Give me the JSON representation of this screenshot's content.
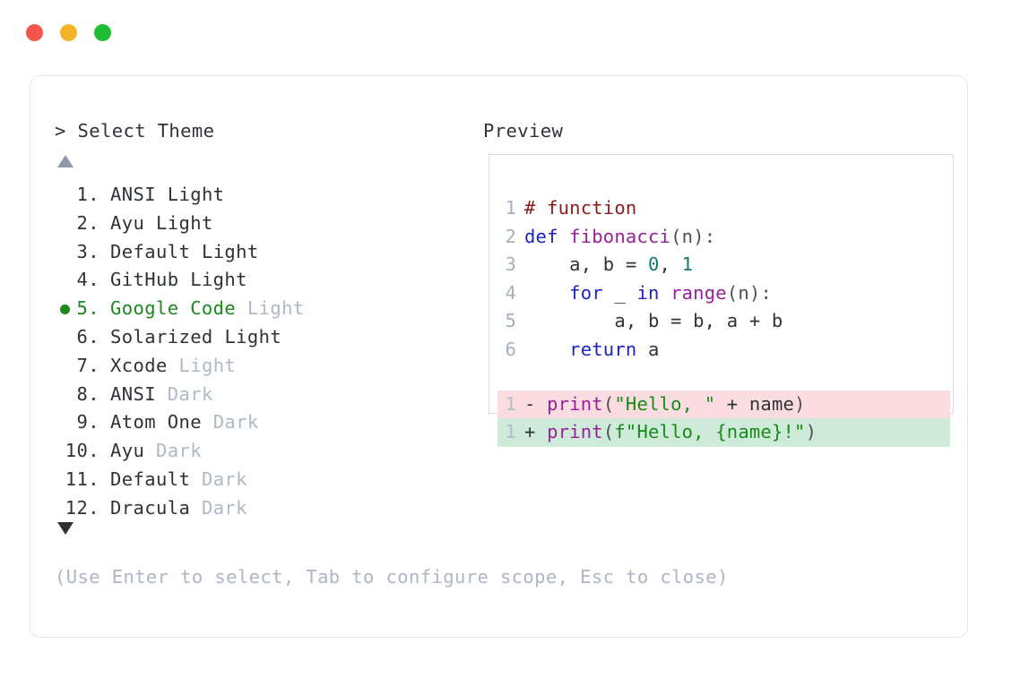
{
  "titlebar": {
    "dots": [
      {
        "name": "close-button",
        "color": "#f4554e"
      },
      {
        "name": "minimize-button",
        "color": "#f5b327"
      },
      {
        "name": "maximize-button",
        "color": "#1fbd36"
      }
    ]
  },
  "left": {
    "prompt": "> Select Theme",
    "scroll_up_icon": "triangle-up-icon",
    "scroll_down_icon": "triangle-down-icon",
    "items": [
      {
        "index": "1.",
        "name": "ANSI",
        "variant": "Light",
        "selected": false,
        "variant_muted": false
      },
      {
        "index": "2.",
        "name": "Ayu",
        "variant": "Light",
        "selected": false,
        "variant_muted": false
      },
      {
        "index": "3.",
        "name": "Default",
        "variant": "Light",
        "selected": false,
        "variant_muted": false
      },
      {
        "index": "4.",
        "name": "GitHub",
        "variant": "Light",
        "selected": false,
        "variant_muted": false
      },
      {
        "index": "5.",
        "name": "Google Code",
        "variant": "Light",
        "selected": true,
        "variant_muted": true
      },
      {
        "index": "6.",
        "name": "Solarized",
        "variant": "Light",
        "selected": false,
        "variant_muted": false
      },
      {
        "index": "7.",
        "name": "Xcode",
        "variant": "Light",
        "selected": false,
        "variant_muted": true
      },
      {
        "index": "8.",
        "name": "ANSI",
        "variant": "Dark",
        "selected": false,
        "variant_muted": true
      },
      {
        "index": "9.",
        "name": "Atom One",
        "variant": "Dark",
        "selected": false,
        "variant_muted": true
      },
      {
        "index": "10.",
        "name": "Ayu",
        "variant": "Dark",
        "selected": false,
        "variant_muted": true
      },
      {
        "index": "11.",
        "name": "Default",
        "variant": "Dark",
        "selected": false,
        "variant_muted": true
      },
      {
        "index": "12.",
        "name": "Dracula",
        "variant": "Dark",
        "selected": false,
        "variant_muted": true
      }
    ],
    "hint": "(Use Enter to select, Tab to configure scope, Esc to close)"
  },
  "right": {
    "preview_label": "Preview",
    "code_lines": [
      {
        "num": "1",
        "tokens": [
          {
            "t": "# function",
            "c": "comment"
          }
        ]
      },
      {
        "num": "2",
        "tokens": [
          {
            "t": "def ",
            "c": "keyword"
          },
          {
            "t": "fibonacci",
            "c": "func"
          },
          {
            "t": "(n):",
            "c": "punct"
          }
        ]
      },
      {
        "num": "3",
        "tokens": [
          {
            "t": "    a, b = ",
            "c": "plain"
          },
          {
            "t": "0",
            "c": "number"
          },
          {
            "t": ", ",
            "c": "plain"
          },
          {
            "t": "1",
            "c": "number"
          }
        ]
      },
      {
        "num": "4",
        "tokens": [
          {
            "t": "    ",
            "c": "plain"
          },
          {
            "t": "for",
            "c": "keyword"
          },
          {
            "t": " _ ",
            "c": "plain"
          },
          {
            "t": "in",
            "c": "keyword"
          },
          {
            "t": " ",
            "c": "plain"
          },
          {
            "t": "range",
            "c": "func"
          },
          {
            "t": "(n):",
            "c": "punct"
          }
        ]
      },
      {
        "num": "5",
        "tokens": [
          {
            "t": "        a, b = b, a + b",
            "c": "plain"
          }
        ]
      },
      {
        "num": "6",
        "tokens": [
          {
            "t": "    ",
            "c": "plain"
          },
          {
            "t": "return",
            "c": "keyword"
          },
          {
            "t": " a",
            "c": "plain"
          }
        ]
      }
    ],
    "diff_lines": [
      {
        "num": "1",
        "kind": "del",
        "tokens": [
          {
            "t": "- ",
            "c": "plain"
          },
          {
            "t": "print",
            "c": "func"
          },
          {
            "t": "(",
            "c": "punct"
          },
          {
            "t": "\"Hello, \"",
            "c": "string"
          },
          {
            "t": " + name",
            "c": "plain"
          },
          {
            "t": ")",
            "c": "punct"
          }
        ]
      },
      {
        "num": "1",
        "kind": "add",
        "tokens": [
          {
            "t": "+ ",
            "c": "plain"
          },
          {
            "t": "print",
            "c": "func"
          },
          {
            "t": "(",
            "c": "punct"
          },
          {
            "t": "f\"Hello, {name}!\"",
            "c": "string"
          },
          {
            "t": ")",
            "c": "punct"
          }
        ]
      }
    ]
  },
  "colors": {
    "accent_green": "#1a8a1e",
    "muted": "#b0b8c6",
    "diff_del_bg": "#fbdde1",
    "diff_add_bg": "#cdebd8",
    "comment": "#8f1a1a",
    "keyword": "#1b23c4",
    "function": "#9b1f9b",
    "number": "#107a74",
    "string": "#178a18"
  }
}
